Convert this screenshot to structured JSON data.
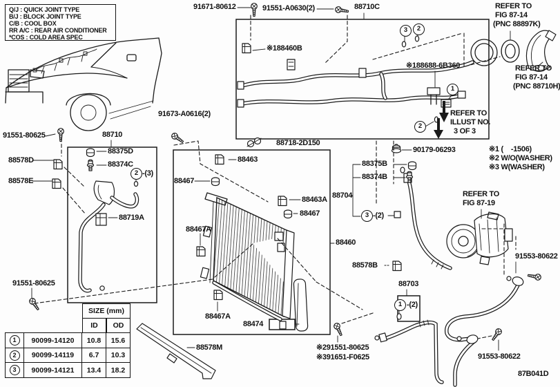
{
  "legend": {
    "lines": [
      "Q/J : QUICK JOINT TYPE",
      "B/J : BLOCK JOINT TYPE",
      "C/B : COOL BOX",
      "RR A/C : REAR AIR CONDITIONER",
      "*COS : COLD AREA SPEC"
    ]
  },
  "labels": {
    "l91671": "91671-80612",
    "l91551a": "91551-A0630(2)",
    "l88710c": "88710C",
    "l88460b": "※188460B",
    "l88688": "※188688-6B360",
    "l91673": "91673-A0616(2)",
    "l88718": "88718-2D150",
    "l88710": "88710",
    "l91551top": "91551-80625",
    "l88375d": "88375D",
    "l88374c": "88374C",
    "l88578d": "88578D",
    "l88578e": "88578E",
    "l88719a": "88719A",
    "l91551bl": "91551-80625",
    "l88463": "88463",
    "l88467l": "88467",
    "l88463a": "88463A",
    "l88467r": "88467",
    "l88704": "88704",
    "l88460": "88460",
    "l88467au": "88467A",
    "l88467ad": "88467A",
    "l88474": "88474",
    "l88578m": "88578M",
    "l88578b": "88578B",
    "l90179": "90179-06293",
    "l88375b": "88375B",
    "l88374b": "88374B",
    "l88703": "88703",
    "l91553r": "91553-80622",
    "l91553b": "91553-80622",
    "lnote91551": "※291551-80625",
    "lnote91651": "※391651-F0625",
    "ldocid": "87B041D"
  },
  "refs": {
    "fig8714a": [
      "REFER TO",
      "FIG 87-14",
      "(PNC 88897K)"
    ],
    "fig8714b": [
      "REFER TO",
      "FIG 87-14",
      "(PNC 88710H)"
    ],
    "illust": [
      "REFER TO",
      "ILLUST NO.",
      "3 OF 3"
    ],
    "fig8719": [
      "REFER TO",
      "FIG 87-19"
    ]
  },
  "notes": [
    "※1 (    -1506)",
    "※2 W/O(WASHER)",
    "※3 W(WASHER)"
  ],
  "callouts": {
    "c1": "1",
    "c2": "2",
    "c3": "3",
    "q2": "-(2)",
    "q3": "-(3)"
  },
  "size_table": {
    "title": "SIZE (mm)",
    "col_id": "ID",
    "col_od": "OD",
    "rows": [
      {
        "num": "1",
        "part": "90099-14120",
        "id_mm": "10.8",
        "od_mm": "15.6"
      },
      {
        "num": "2",
        "part": "90099-14119",
        "id_mm": "6.7",
        "od_mm": "10.3"
      },
      {
        "num": "3",
        "part": "90099-14121",
        "id_mm": "13.4",
        "od_mm": "18.2"
      }
    ]
  }
}
